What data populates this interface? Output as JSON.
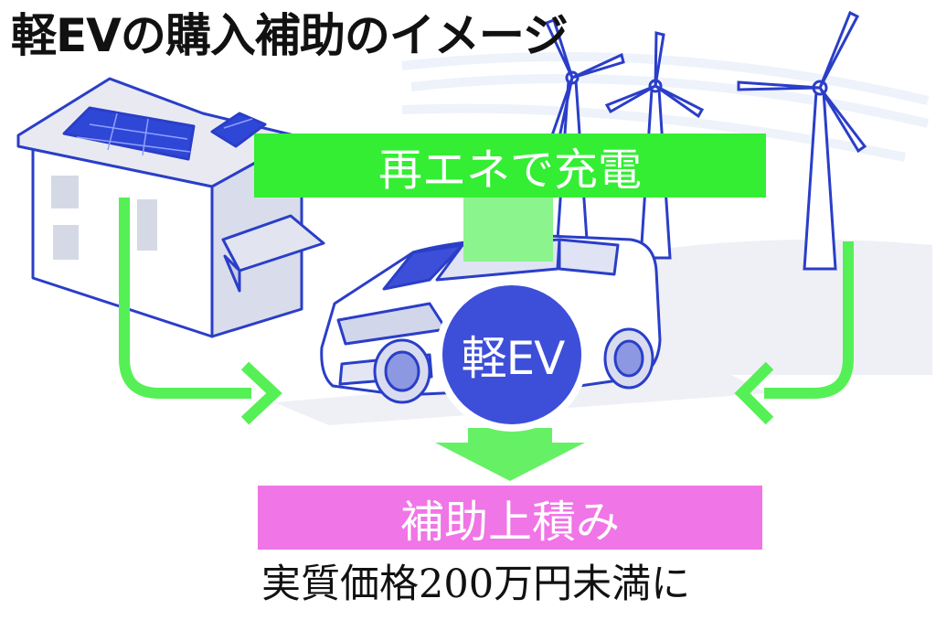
{
  "title": "軽EVの購入補助のイメージ",
  "charge_label": "再エネで充電",
  "ev_badge": "軽EV",
  "subsidy_label": "補助上積み",
  "result_text": "実質価格200万円未満に",
  "colors": {
    "green_banner": "#33ee33",
    "green_arrow": "#55f055",
    "pink_banner": "#f075e6",
    "badge_blue": "#3d4fd8",
    "outline_blue": "#2a3ec8",
    "panel_blue": "#2f47d6"
  },
  "icons": {
    "house": "house-with-solar-panels-icon",
    "turbines": "wind-turbine-icon",
    "car": "electric-car-icon"
  }
}
